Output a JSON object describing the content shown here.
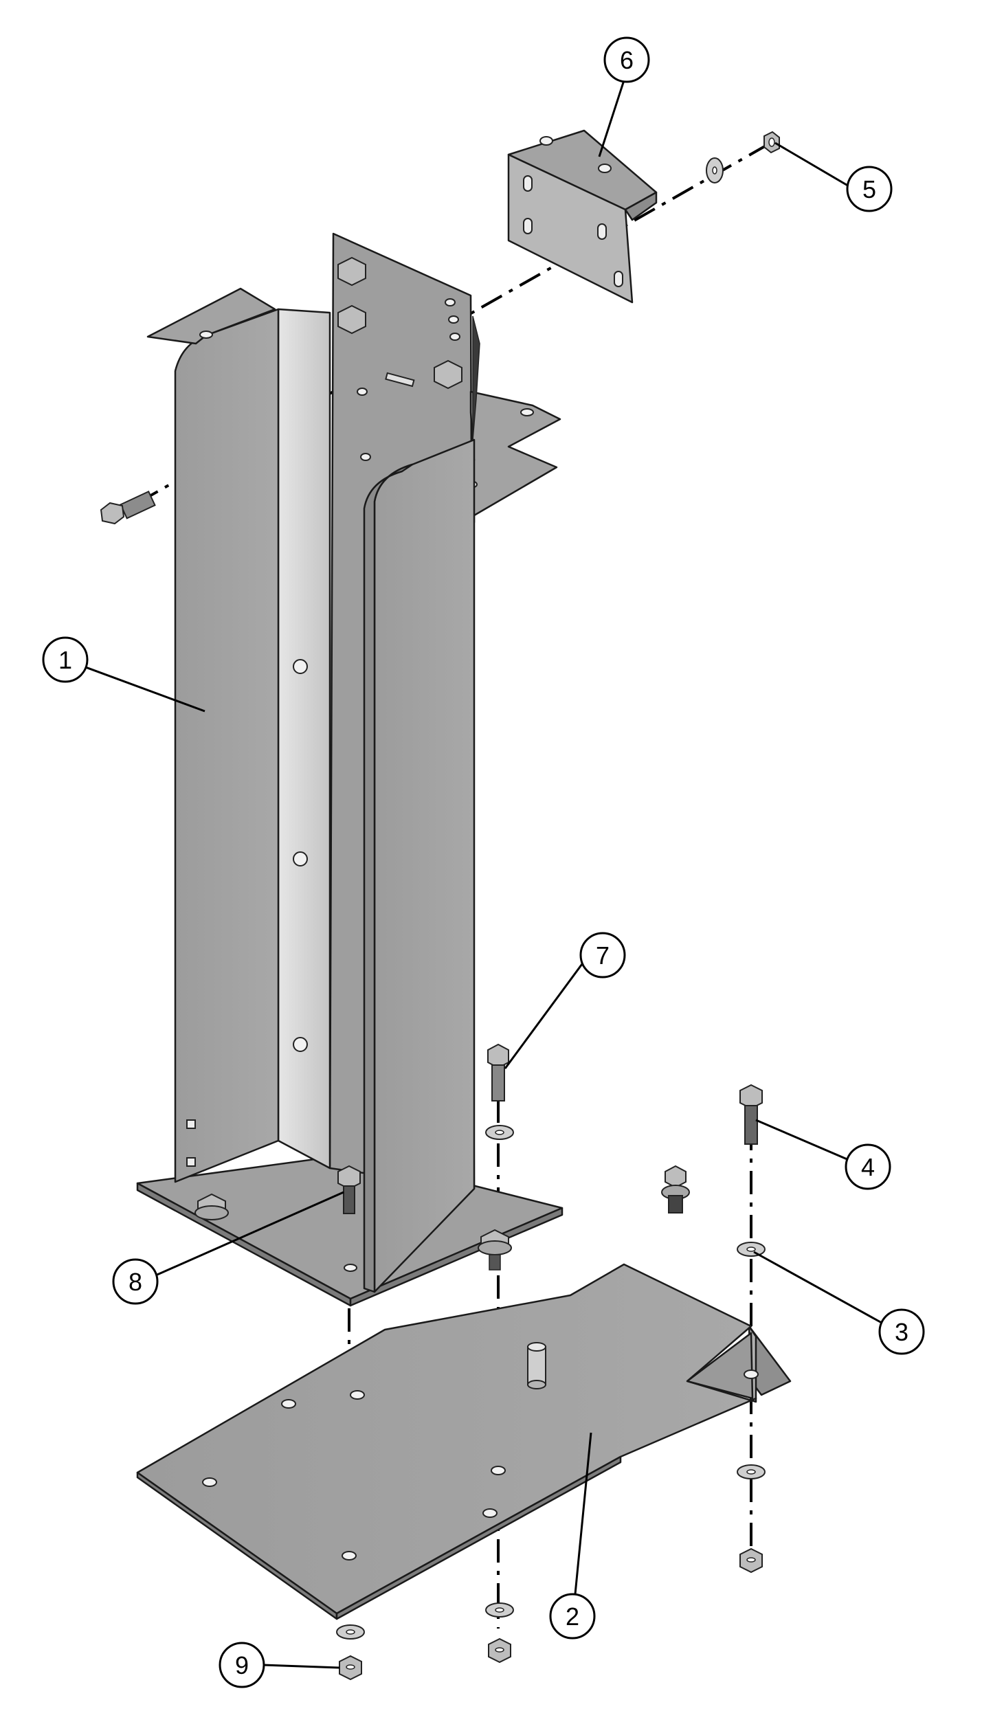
{
  "callouts": [
    {
      "id": "1",
      "label": "1"
    },
    {
      "id": "2",
      "label": "2"
    },
    {
      "id": "3",
      "label": "3"
    },
    {
      "id": "4",
      "label": "4"
    },
    {
      "id": "5",
      "label": "5"
    },
    {
      "id": "6",
      "label": "6"
    },
    {
      "id": "7",
      "label": "7"
    },
    {
      "id": "8",
      "label": "8"
    },
    {
      "id": "9",
      "label": "9"
    }
  ],
  "colors": {
    "metal_face": "#a3a3a3",
    "metal_dark": "#8e8e8e",
    "metal_light": "#d2d2d2",
    "outline": "#1a1a1a"
  }
}
